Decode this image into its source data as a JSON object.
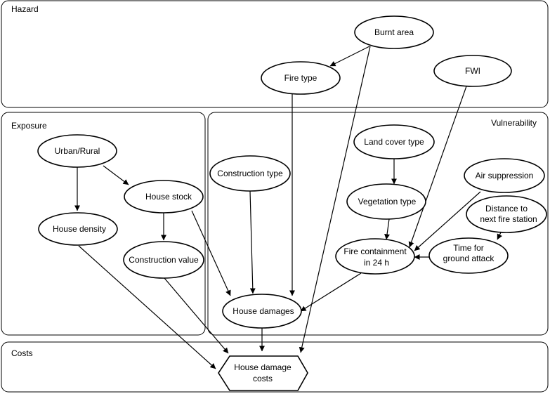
{
  "panels": {
    "hazard": "Hazard",
    "exposure": "Exposure",
    "vulnerability": "Vulnerability",
    "costs": "Costs"
  },
  "nodes": {
    "burnt_area": [
      "Burnt area"
    ],
    "fire_type": [
      "Fire type"
    ],
    "fwi": [
      "FWI"
    ],
    "urban_rural": [
      "Urban/Rural"
    ],
    "house_stock": [
      "House stock"
    ],
    "house_density": [
      "House density"
    ],
    "construction_value": [
      "Construction value"
    ],
    "construction_type": [
      "Construction type"
    ],
    "land_cover_type": [
      "Land cover type"
    ],
    "vegetation_type": [
      "Vegetation type"
    ],
    "air_suppression": [
      "Air suppression"
    ],
    "distance_fire_station": [
      "Distance to",
      "next fire station"
    ],
    "time_ground_attack": [
      "Time for",
      "ground attack"
    ],
    "fire_containment": [
      "Fire containment",
      "in 24 h"
    ],
    "house_damages": [
      "House damages"
    ],
    "house_damage_costs": [
      "House damage",
      "costs"
    ]
  }
}
